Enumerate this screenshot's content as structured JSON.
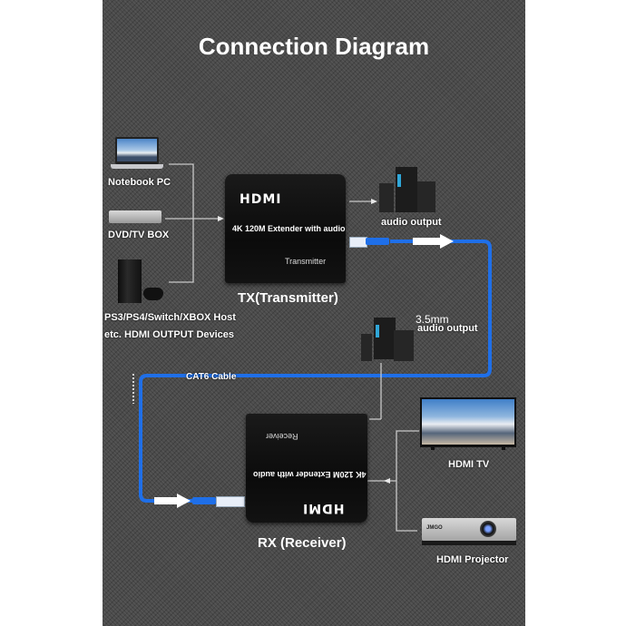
{
  "title": "Connection Diagram",
  "sources": {
    "notebook": {
      "label": "Notebook PC",
      "icon": "laptop-icon"
    },
    "dvd": {
      "label": "DVD/TV BOX",
      "icon": "set-top-box-icon"
    },
    "console": {
      "label_line1": "PS3/PS4/Switch/XBOX Host",
      "label_line2": "etc. HDMI OUTPUT Devices",
      "icon": "game-console-icon"
    }
  },
  "transmitter": {
    "logo": "HDMI",
    "model_text": "4K 120M Extender with audio",
    "unit_label": "Transmitter",
    "caption": "TX(Transmitter)"
  },
  "receiver": {
    "logo": "HDMI",
    "model_text": "4K 120M Extender with audio",
    "unit_label": "Receiver",
    "caption": "RX (Receiver)"
  },
  "audio_tx": {
    "label": "audio output",
    "icon": "speaker-system-icon"
  },
  "audio_rx": {
    "label_line1": "3.5mm",
    "label_line2": "audio output",
    "icon": "speaker-system-icon"
  },
  "cable": {
    "label": "CAT6 Cable",
    "color": "#1f6fe8"
  },
  "outputs": {
    "tv": {
      "label": "HDMI TV",
      "icon": "tv-icon"
    },
    "projector": {
      "label": "HDMI Projector",
      "brand": "JMGO",
      "icon": "projector-icon"
    }
  },
  "colors": {
    "background": "#4a4a4a",
    "wire": "#c8c8c8",
    "cable": "#1f6fe8",
    "text": "#ffffff"
  }
}
